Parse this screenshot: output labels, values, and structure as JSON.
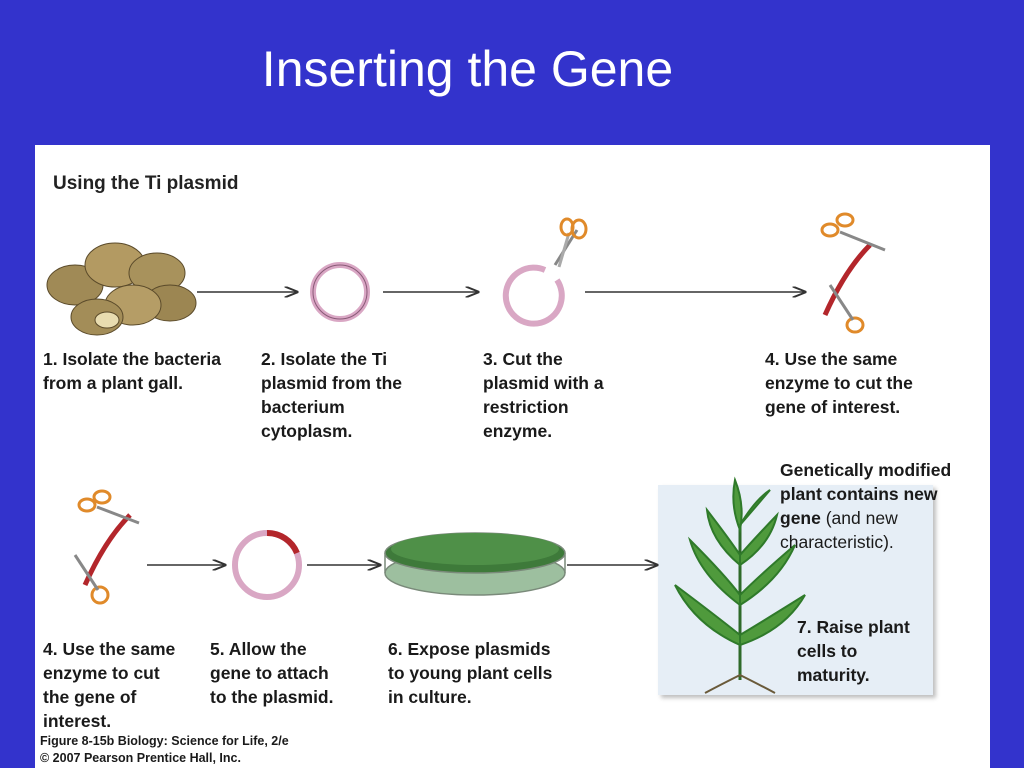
{
  "title": "Inserting the Gene",
  "heading": "Using the Ti plasmid",
  "steps": {
    "s1": [
      "1. Isolate the bacteria",
      "from a plant gall."
    ],
    "s2": [
      "2. Isolate the Ti",
      "plasmid from the",
      "bacterium",
      "cytoplasm."
    ],
    "s3": [
      "3. Cut the",
      "plasmid with a",
      "restriction",
      "enzyme."
    ],
    "s4a": [
      "4. Use the same",
      "enzyme to cut the",
      "gene of interest."
    ],
    "s4b": [
      "4. Use the same",
      "enzyme to cut",
      "the gene of",
      "interest."
    ],
    "s5": [
      "5. Allow the",
      "gene to attach",
      "to the plasmid."
    ],
    "s6": [
      "6. Expose plasmids",
      "to young plant cells",
      "in culture."
    ],
    "s7": [
      "7. Raise plant",
      "cells to",
      "maturity."
    ]
  },
  "gm": {
    "bold1": "Genetically modified",
    "bold2": "plant contains new",
    "bold3": "gene",
    "rest3": " (and new",
    "line4": "characteristic)."
  },
  "caption": [
    "Figure 8-15b  Biology: Science for Life, 2/e",
    "© 2007 Pearson Prentice Hall, Inc."
  ],
  "colors": {
    "background": "#3333cc",
    "plasmid": "#d9a7c4",
    "gene": "#b3262b",
    "scissors": "#e08a2a"
  }
}
